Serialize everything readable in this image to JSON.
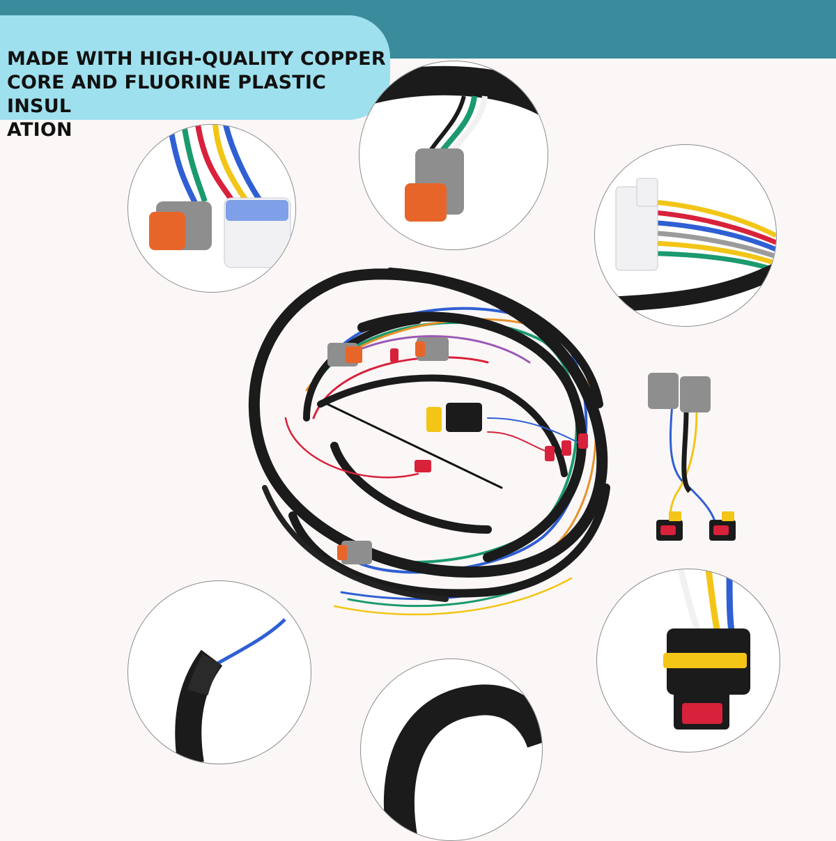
{
  "banner": {
    "lines": [
      "MADE WITH HIGH-QUALITY COPPER",
      "CORE AND FLUORINE PLASTIC INSUL",
      "ATION"
    ]
  },
  "colors": {
    "top_bar": "#3a8c9c",
    "banner_bg": "#9fe0ee",
    "page_bg": "#fbf7f6",
    "conduit": "#1b1b1b",
    "connector_gray": "#8e8e8e",
    "connector_orange": "#e8652a",
    "connector_white": "#f1f1f4",
    "wire_red": "#d8213a",
    "wire_yellow": "#f2c516",
    "wire_blue": "#2f5fd3",
    "wire_green": "#1b9a6e"
  }
}
